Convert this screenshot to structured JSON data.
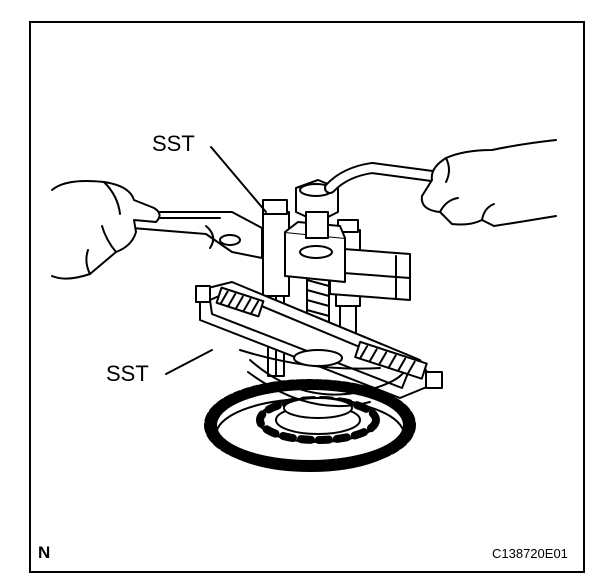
{
  "labels": {
    "sst_upper": "SST",
    "sst_lower": "SST",
    "corner_mark": "N",
    "figure_code": "C138720E01"
  },
  "colors": {
    "line": "#000000",
    "fill": "#ffffff",
    "shade": "#d9d9d9"
  }
}
